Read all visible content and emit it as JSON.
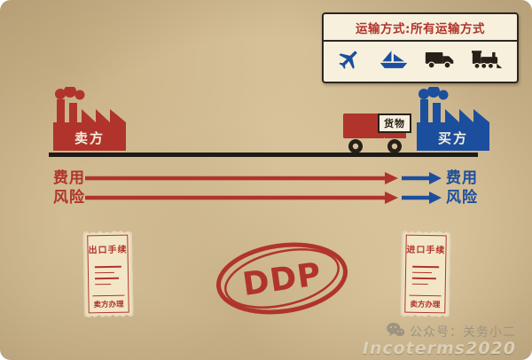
{
  "transport_box": {
    "title": "运输方式:所有运输方式",
    "icons": [
      "plane-icon",
      "ship-icon",
      "truck-icon",
      "train-icon"
    ]
  },
  "seller": {
    "label": "卖方"
  },
  "buyer": {
    "label": "买方"
  },
  "truck": {
    "cargo_label": "货物"
  },
  "flows": {
    "cost_left": "费用",
    "risk_left": "风险",
    "cost_right": "费用",
    "risk_right": "风险"
  },
  "export_doc": {
    "title": "出口手续",
    "handler": "卖方办理"
  },
  "import_doc": {
    "title": "进口手续",
    "handler": "卖方办理"
  },
  "stamp": {
    "label": "DDP"
  },
  "watermark": {
    "line1": "公众号：关务小二",
    "line2": "Incoterms2020"
  },
  "colors": {
    "red": "#b0342c",
    "blue": "#1c4e9e",
    "ink": "#262018",
    "paper": "#d7c29a",
    "card": "#f7f0dd"
  }
}
